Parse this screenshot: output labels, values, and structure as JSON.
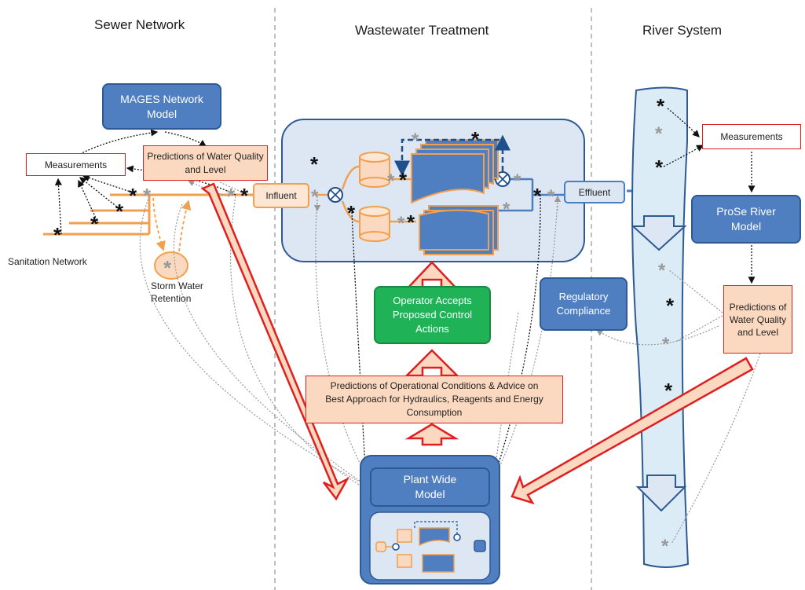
{
  "sections": {
    "sewer": "Sewer Network",
    "wwtp": "Wastewater Treatment",
    "river": "River System"
  },
  "boxes": {
    "mages_model": "MAGES Network Model",
    "measurements_left": "Measurements",
    "predictions_left": "Predictions of Water Quality and Level",
    "influent": "Influent",
    "effluent": "Effluent",
    "measurements_right": "Measurements",
    "prose_model": "ProSe River Model",
    "predictions_right": "Predictions of Water Quality and Level",
    "operator": "Operator Accepts Proposed Control Actions",
    "regulatory": "Regulatory Compliance",
    "advice": "Predictions of Operational Conditions & Advice on Best Approach for Hydraulics, Reagents and Energy Consumption",
    "plant_wide": "Plant Wide Model"
  },
  "labels": {
    "sanitation": "Sanitation Network",
    "storm_water": "Storm Water Retention"
  },
  "colors": {
    "blue_fill": "#4f7fc0",
    "orange_line": "#f0a050",
    "red_arrow": "#e02020",
    "peach_fill": "#fbd9c0",
    "green_fill": "#1fb257",
    "river_fill": "#dcecf7"
  }
}
